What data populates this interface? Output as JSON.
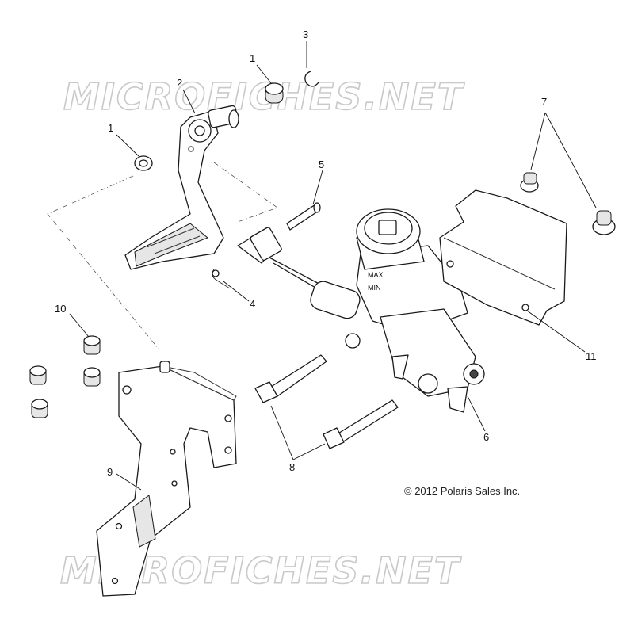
{
  "watermark": {
    "text": "MICROFICHES.NET"
  },
  "copyright": "© 2012 Polaris Sales Inc.",
  "callouts": [
    {
      "id": "c1a",
      "label": "1"
    },
    {
      "id": "c1b",
      "label": "1"
    },
    {
      "id": "c2",
      "label": "2"
    },
    {
      "id": "c3",
      "label": "3"
    },
    {
      "id": "c4",
      "label": "4"
    },
    {
      "id": "c5",
      "label": "5"
    },
    {
      "id": "c6",
      "label": "6"
    },
    {
      "id": "c7",
      "label": "7"
    },
    {
      "id": "c8",
      "label": "8"
    },
    {
      "id": "c9",
      "label": "9"
    },
    {
      "id": "c10",
      "label": "10"
    },
    {
      "id": "c11",
      "label": "11"
    }
  ],
  "reservoir_marks": {
    "max": "MAX",
    "min": "MIN"
  }
}
